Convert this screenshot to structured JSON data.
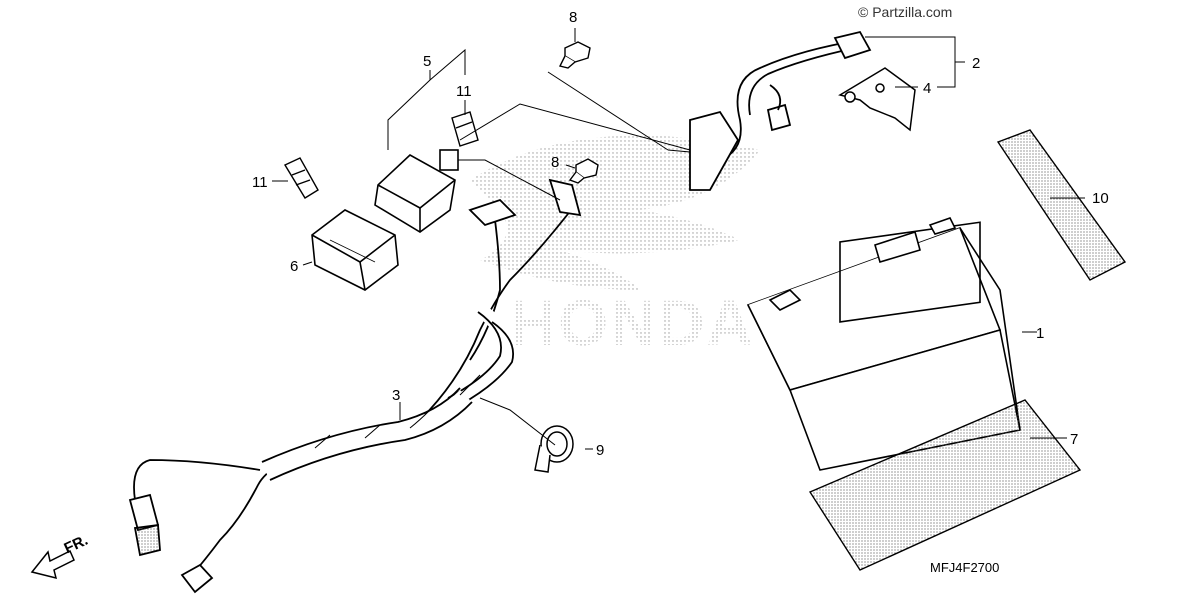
{
  "copyright": "© Partzilla.com",
  "diagram_code": "MFJ4F2700",
  "front_label": "FR.",
  "watermark_text": "HONDA",
  "callouts": {
    "c1": "1",
    "c2": "2",
    "c3": "3",
    "c4": "4",
    "c5": "5",
    "c6": "6",
    "c7": "7",
    "c8a": "8",
    "c8b": "8",
    "c9": "9",
    "c10": "10",
    "c11a": "11",
    "c11b": "11"
  },
  "colors": {
    "line": "#000000",
    "watermark": "#c8c8c8",
    "background": "#ffffff"
  }
}
